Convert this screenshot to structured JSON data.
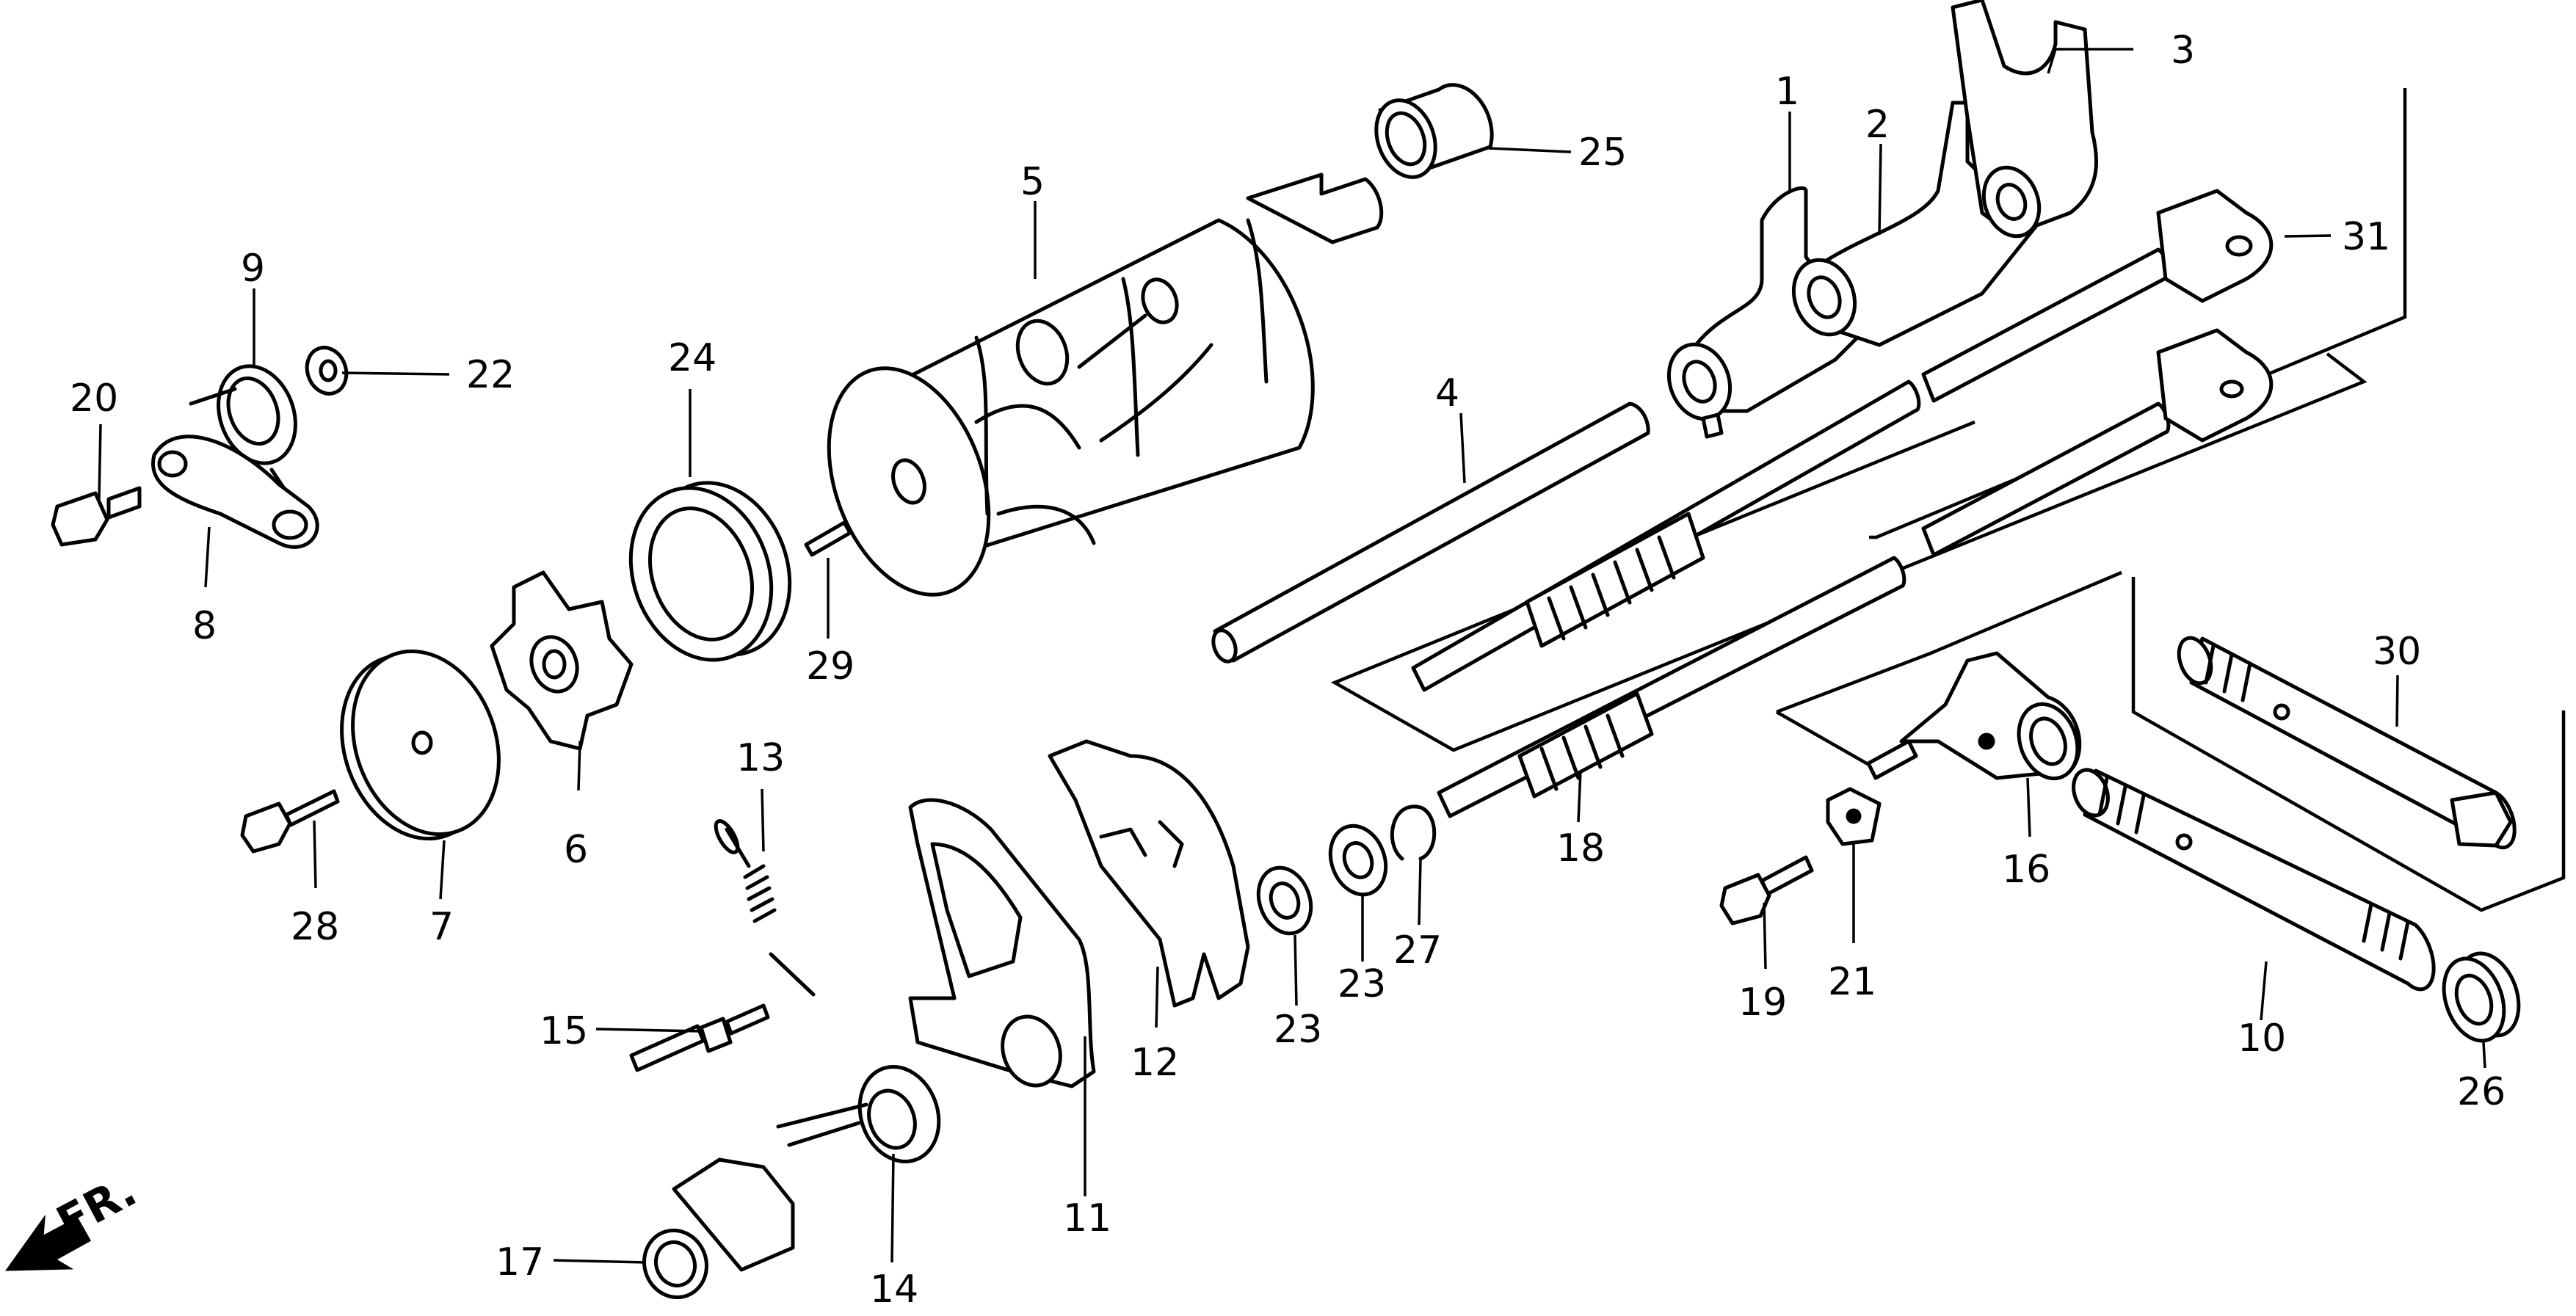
{
  "callouts": {
    "c1": "1",
    "c2": "2",
    "c3": "3",
    "c4": "4",
    "c5": "5",
    "c6": "6",
    "c7": "7",
    "c8": "8",
    "c9": "9",
    "c10": "10",
    "c11": "11",
    "c12": "12",
    "c13": "13",
    "c14": "14",
    "c15": "15",
    "c16": "16",
    "c17": "17",
    "c18": "18",
    "c19": "19",
    "c20": "20",
    "c21": "21",
    "c22": "22",
    "c23a": "23",
    "c23b": "23",
    "c24": "24",
    "c25": "25",
    "c26": "26",
    "c27": "27",
    "c28": "28",
    "c29": "29",
    "c30": "30",
    "c31": "31"
  },
  "direction": {
    "front": "FR."
  }
}
